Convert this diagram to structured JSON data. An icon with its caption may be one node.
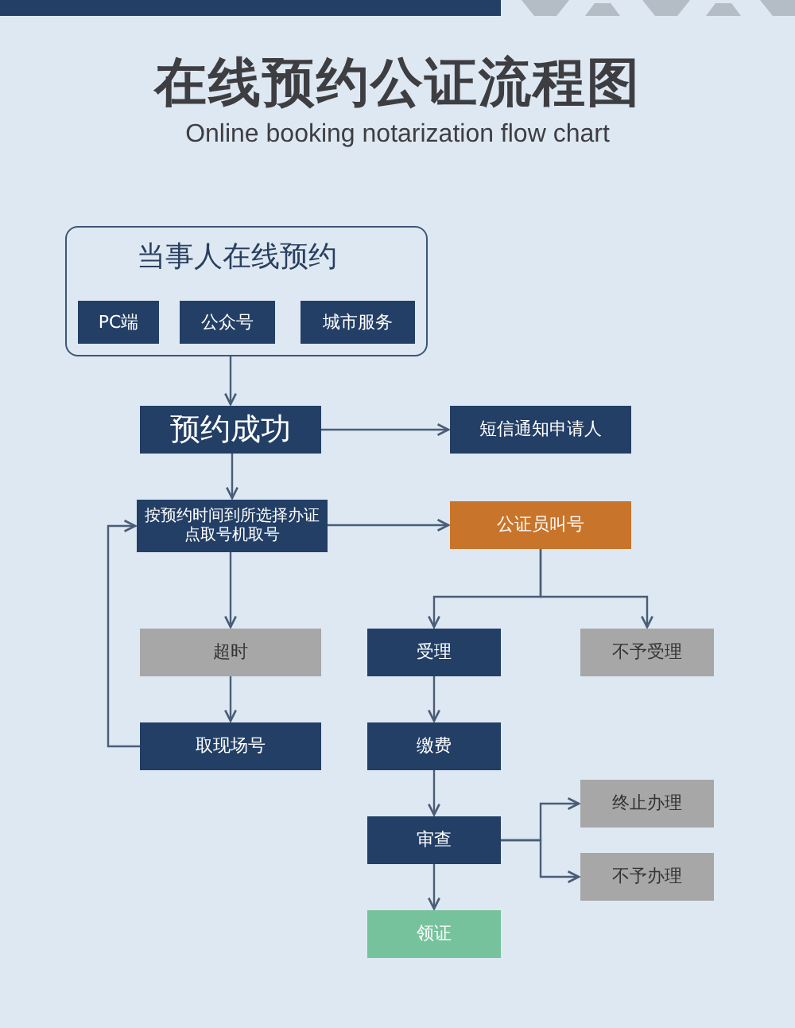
{
  "diagram": {
    "title": "在线预约公证流程图",
    "nodes": [
      {
        "text": [
          "当事人在线预约"
        ]
      },
      {
        "text": [
          "PC端"
        ],
        "in": 0
      },
      {
        "text": [
          "公众号"
        ],
        "in": 0
      },
      {
        "text": [
          "城市服务"
        ],
        "in": 0
      },
      {
        "text": [
          "预约成功"
        ]
      },
      {
        "text": [
          "短信通知申请人"
        ]
      },
      {
        "text": [
          "按预约时间到所选择办证点取号机取号"
        ]
      },
      {
        "text": [
          "公证员叫号"
        ]
      },
      {
        "text": [
          "超时"
        ]
      },
      {
        "text": [
          "受理"
        ]
      },
      {
        "text": [
          "不予受理"
        ]
      },
      {
        "text": [
          "取现场号"
        ]
      },
      {
        "text": [
          "缴费"
        ]
      },
      {
        "text": [
          "审查"
        ]
      },
      {
        "text": [
          "终止办理"
        ]
      },
      {
        "text": [
          "不予办理"
        ]
      },
      {
        "text": [
          "领证"
        ]
      }
    ],
    "edges": [
      {
        "from": 0,
        "to": 4,
        "arrow": "to"
      },
      {
        "from": 4,
        "to": 5,
        "arrow": "to"
      },
      {
        "from": 4,
        "to": 6,
        "arrow": "to"
      },
      {
        "from": 6,
        "to": 7,
        "arrow": "to"
      },
      {
        "from": 6,
        "to": 8,
        "arrow": "to"
      },
      {
        "from": 7,
        "to": 9,
        "arrow": "to"
      },
      {
        "from": 7,
        "to": 10,
        "arrow": "to"
      },
      {
        "from": 8,
        "to": 11,
        "arrow": "to"
      },
      {
        "from": 11,
        "to": 6,
        "arrow": "to"
      },
      {
        "from": 9,
        "to": 12,
        "arrow": "to"
      },
      {
        "from": 12,
        "to": 13,
        "arrow": "to"
      },
      {
        "from": 13,
        "to": 14,
        "arrow": "to"
      },
      {
        "from": 13,
        "to": 15,
        "arrow": "to"
      },
      {
        "from": 13,
        "to": 16,
        "arrow": "to"
      }
    ],
    "labels": [
      "Online booking notarization flow chart"
    ]
  }
}
